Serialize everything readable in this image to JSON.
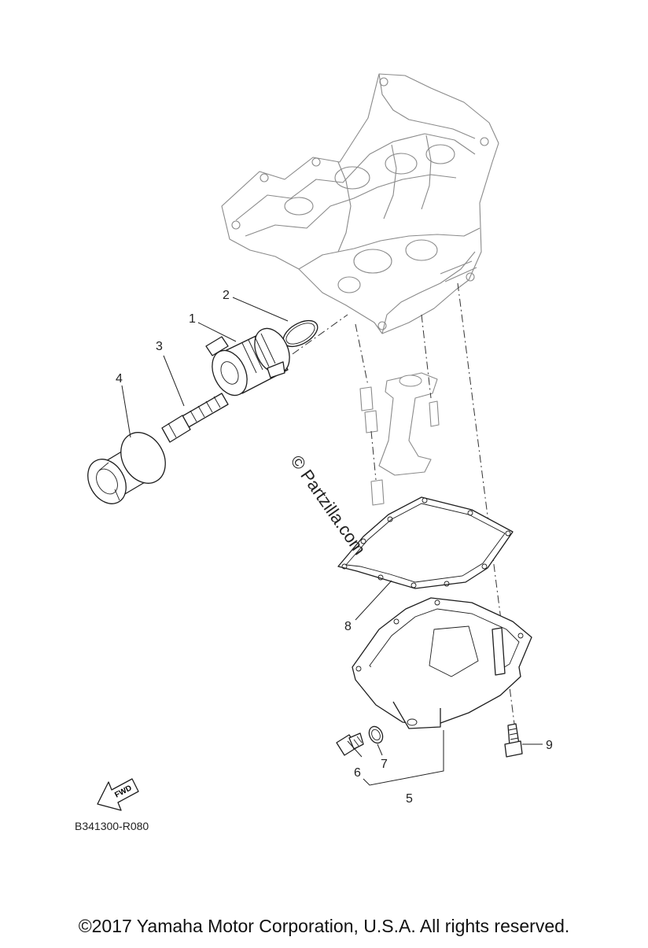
{
  "diagram": {
    "callouts": [
      {
        "id": "1",
        "label": "1"
      },
      {
        "id": "2",
        "label": "2"
      },
      {
        "id": "3",
        "label": "3"
      },
      {
        "id": "4",
        "label": "4"
      },
      {
        "id": "5",
        "label": "5"
      },
      {
        "id": "6",
        "label": "6"
      },
      {
        "id": "7",
        "label": "7"
      },
      {
        "id": "8",
        "label": "8"
      },
      {
        "id": "9",
        "label": "9"
      }
    ],
    "fwd_label": "FWD",
    "diagram_code": "B341300-R080",
    "watermark": "© Partzilla.com",
    "copyright": "©2017 Yamaha Motor Corporation, U.S.A. All rights reserved."
  }
}
